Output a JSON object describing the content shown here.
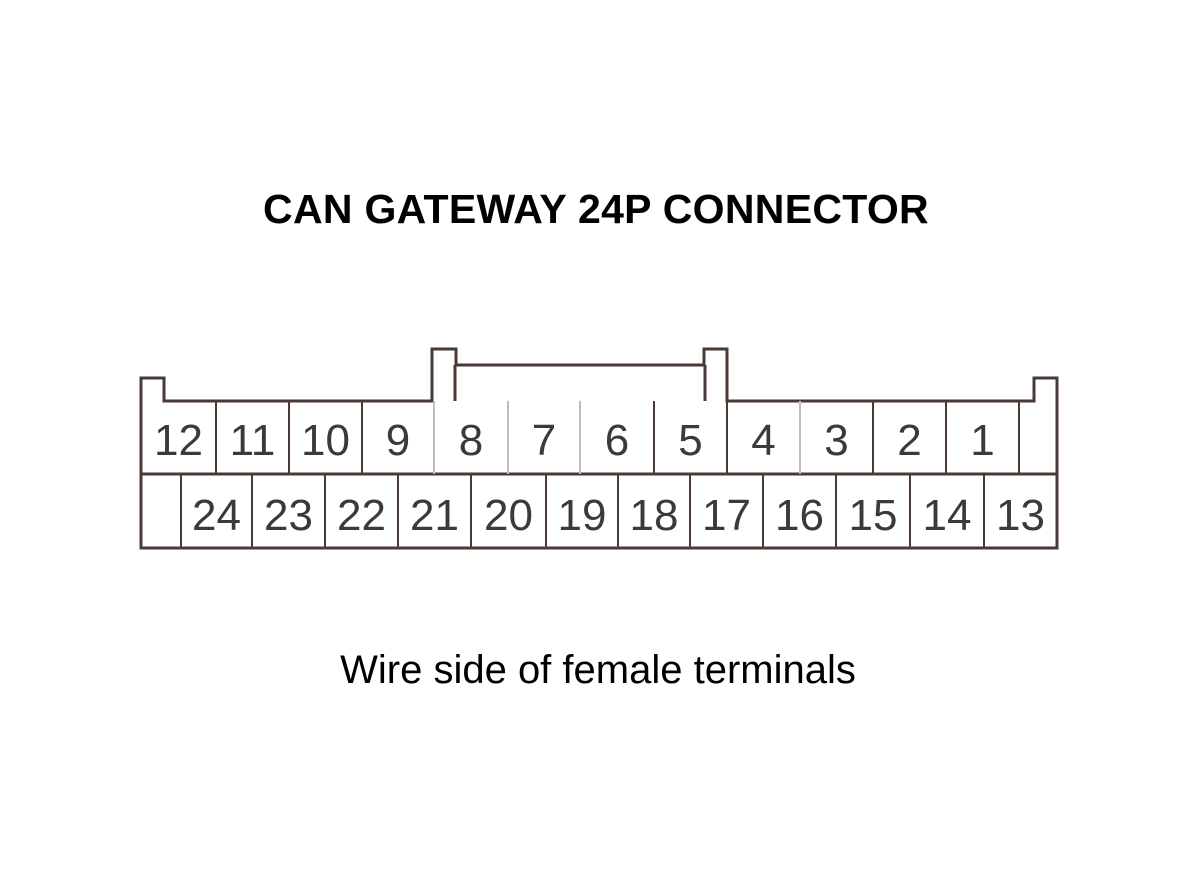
{
  "title": "CAN GATEWAY 24P CONNECTOR",
  "caption": "Wire side of female terminals",
  "connector": {
    "top_row": [
      "12",
      "11",
      "10",
      "9",
      "8",
      "7",
      "6",
      "5",
      "4",
      "3",
      "2",
      "1"
    ],
    "bottom_row": [
      "24",
      "23",
      "22",
      "21",
      "20",
      "19",
      "18",
      "17",
      "16",
      "15",
      "14",
      "13"
    ]
  },
  "colors": {
    "outline": "#4a3a33",
    "divider": "#bdbdbd",
    "pin_text": "#3a3a3a"
  }
}
